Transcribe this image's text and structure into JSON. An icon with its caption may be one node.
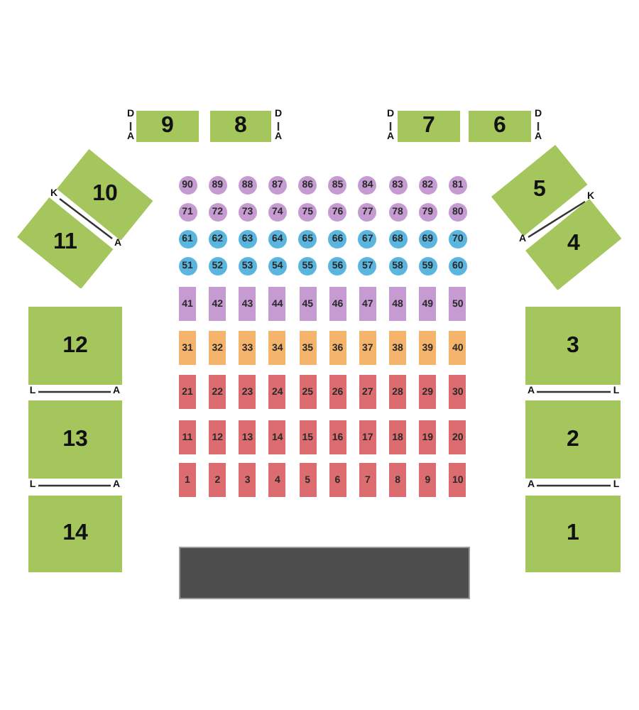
{
  "diagram": {
    "nodes": [
      {
        "text": [
          "9"
        ],
        "beside": [
          "D",
          "A"
        ]
      },
      {
        "text": [
          "8"
        ],
        "beside": [
          "D",
          "A"
        ]
      },
      {
        "text": [
          "7"
        ],
        "beside": [
          "D",
          "A"
        ]
      },
      {
        "text": [
          "6"
        ],
        "beside": [
          "D",
          "A"
        ]
      },
      {
        "text": [
          "10"
        ]
      },
      {
        "text": [
          "11"
        ]
      },
      {
        "text": [
          "12"
        ]
      },
      {
        "text": [
          "13"
        ]
      },
      {
        "text": [
          "14"
        ]
      },
      {
        "text": [
          "90"
        ]
      },
      {
        "text": [
          "89"
        ]
      },
      {
        "text": [
          "88"
        ]
      },
      {
        "text": [
          "87"
        ]
      },
      {
        "text": [
          "86"
        ]
      },
      {
        "text": [
          "85"
        ]
      },
      {
        "text": [
          "84"
        ]
      },
      {
        "text": [
          "83"
        ]
      },
      {
        "text": [
          "82"
        ]
      },
      {
        "text": [
          "81"
        ]
      },
      {
        "text": [
          "71"
        ]
      },
      {
        "text": [
          "72"
        ]
      },
      {
        "text": [
          "73"
        ]
      },
      {
        "text": [
          "74"
        ]
      },
      {
        "text": [
          "75"
        ]
      },
      {
        "text": [
          "76"
        ]
      },
      {
        "text": [
          "77"
        ]
      },
      {
        "text": [
          "78"
        ]
      },
      {
        "text": [
          "79"
        ]
      },
      {
        "text": [
          "80"
        ]
      },
      {
        "text": [
          "61"
        ]
      },
      {
        "text": [
          "62"
        ]
      },
      {
        "text": [
          "63"
        ]
      },
      {
        "text": [
          "64"
        ]
      },
      {
        "text": [
          "65"
        ]
      },
      {
        "text": [
          "66"
        ]
      },
      {
        "text": [
          "67"
        ]
      },
      {
        "text": [
          "68"
        ]
      },
      {
        "text": [
          "69"
        ]
      },
      {
        "text": [
          "70"
        ]
      },
      {
        "text": [
          "51"
        ]
      },
      {
        "text": [
          "52"
        ]
      },
      {
        "text": [
          "53"
        ]
      },
      {
        "text": [
          "54"
        ]
      },
      {
        "text": [
          "55"
        ]
      },
      {
        "text": [
          "56"
        ]
      },
      {
        "text": [
          "57"
        ]
      },
      {
        "text": [
          "58"
        ]
      },
      {
        "text": [
          "59"
        ]
      },
      {
        "text": [
          "60"
        ]
      },
      {
        "text": [
          "41"
        ]
      },
      {
        "text": [
          "42"
        ]
      },
      {
        "text": [
          "43"
        ]
      },
      {
        "text": [
          "44"
        ]
      },
      {
        "text": [
          "45"
        ]
      },
      {
        "text": [
          "46"
        ]
      },
      {
        "text": [
          "47"
        ]
      },
      {
        "text": [
          "48"
        ]
      },
      {
        "text": [
          "49"
        ]
      },
      {
        "text": [
          "50"
        ]
      },
      {
        "text": [
          "31"
        ]
      },
      {
        "text": [
          "32"
        ]
      },
      {
        "text": [
          "33"
        ]
      },
      {
        "text": [
          "34"
        ]
      },
      {
        "text": [
          "35"
        ]
      },
      {
        "text": [
          "36"
        ]
      },
      {
        "text": [
          "37"
        ]
      },
      {
        "text": [
          "38"
        ]
      },
      {
        "text": [
          "39"
        ]
      },
      {
        "text": [
          "40"
        ]
      },
      {
        "text": [
          "21"
        ]
      },
      {
        "text": [
          "22"
        ]
      },
      {
        "text": [
          "23"
        ]
      },
      {
        "text": [
          "24"
        ]
      },
      {
        "text": [
          "25"
        ]
      },
      {
        "text": [
          "26"
        ]
      },
      {
        "text": [
          "27"
        ]
      },
      {
        "text": [
          "28"
        ]
      },
      {
        "text": [
          "29"
        ]
      },
      {
        "text": [
          "30"
        ]
      },
      {
        "text": [
          "11"
        ]
      },
      {
        "text": [
          "12"
        ]
      },
      {
        "text": [
          "13"
        ]
      },
      {
        "text": [
          "14"
        ]
      },
      {
        "text": [
          "15"
        ]
      },
      {
        "text": [
          "16"
        ]
      },
      {
        "text": [
          "17"
        ]
      },
      {
        "text": [
          "18"
        ]
      },
      {
        "text": [
          "19"
        ]
      },
      {
        "text": [
          "20"
        ]
      },
      {
        "text": [
          "1"
        ]
      },
      {
        "text": [
          "2"
        ]
      },
      {
        "text": [
          "3"
        ]
      },
      {
        "text": [
          "4"
        ]
      },
      {
        "text": [
          "5"
        ]
      },
      {
        "text": [
          "6"
        ]
      },
      {
        "text": [
          "7"
        ]
      },
      {
        "text": [
          "8"
        ]
      },
      {
        "text": [
          "9"
        ]
      },
      {
        "text": [
          "10"
        ]
      },
      {
        "text": [
          "5"
        ]
      },
      {
        "text": [
          "4"
        ]
      },
      {
        "text": [
          "3"
        ]
      },
      {
        "text": [
          "2"
        ]
      },
      {
        "text": [
          "1"
        ]
      },
      {
        "text": [],
        "shape": "box"
      }
    ],
    "labels": [
      "K",
      "A",
      "K",
      "A",
      "L",
      "A",
      "A",
      "L",
      "L",
      "A",
      "A",
      "L"
    ]
  }
}
